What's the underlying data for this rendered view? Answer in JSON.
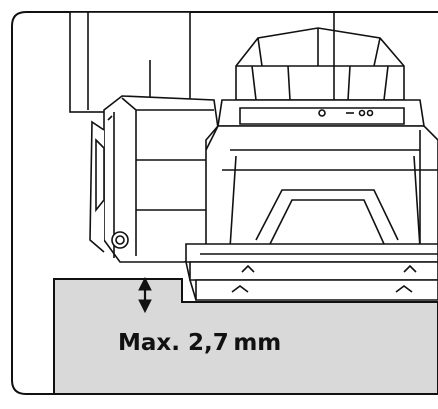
{
  "illustration": {
    "subject": "laser-level-on-surface",
    "annotation_label": "Max. 2,7 mm",
    "arrow_icon": "double-headed-vertical-arrow",
    "colors": {
      "ink": "#111111",
      "surface_fill": "#d9d9d9",
      "device_fill": "#ffffff"
    }
  }
}
